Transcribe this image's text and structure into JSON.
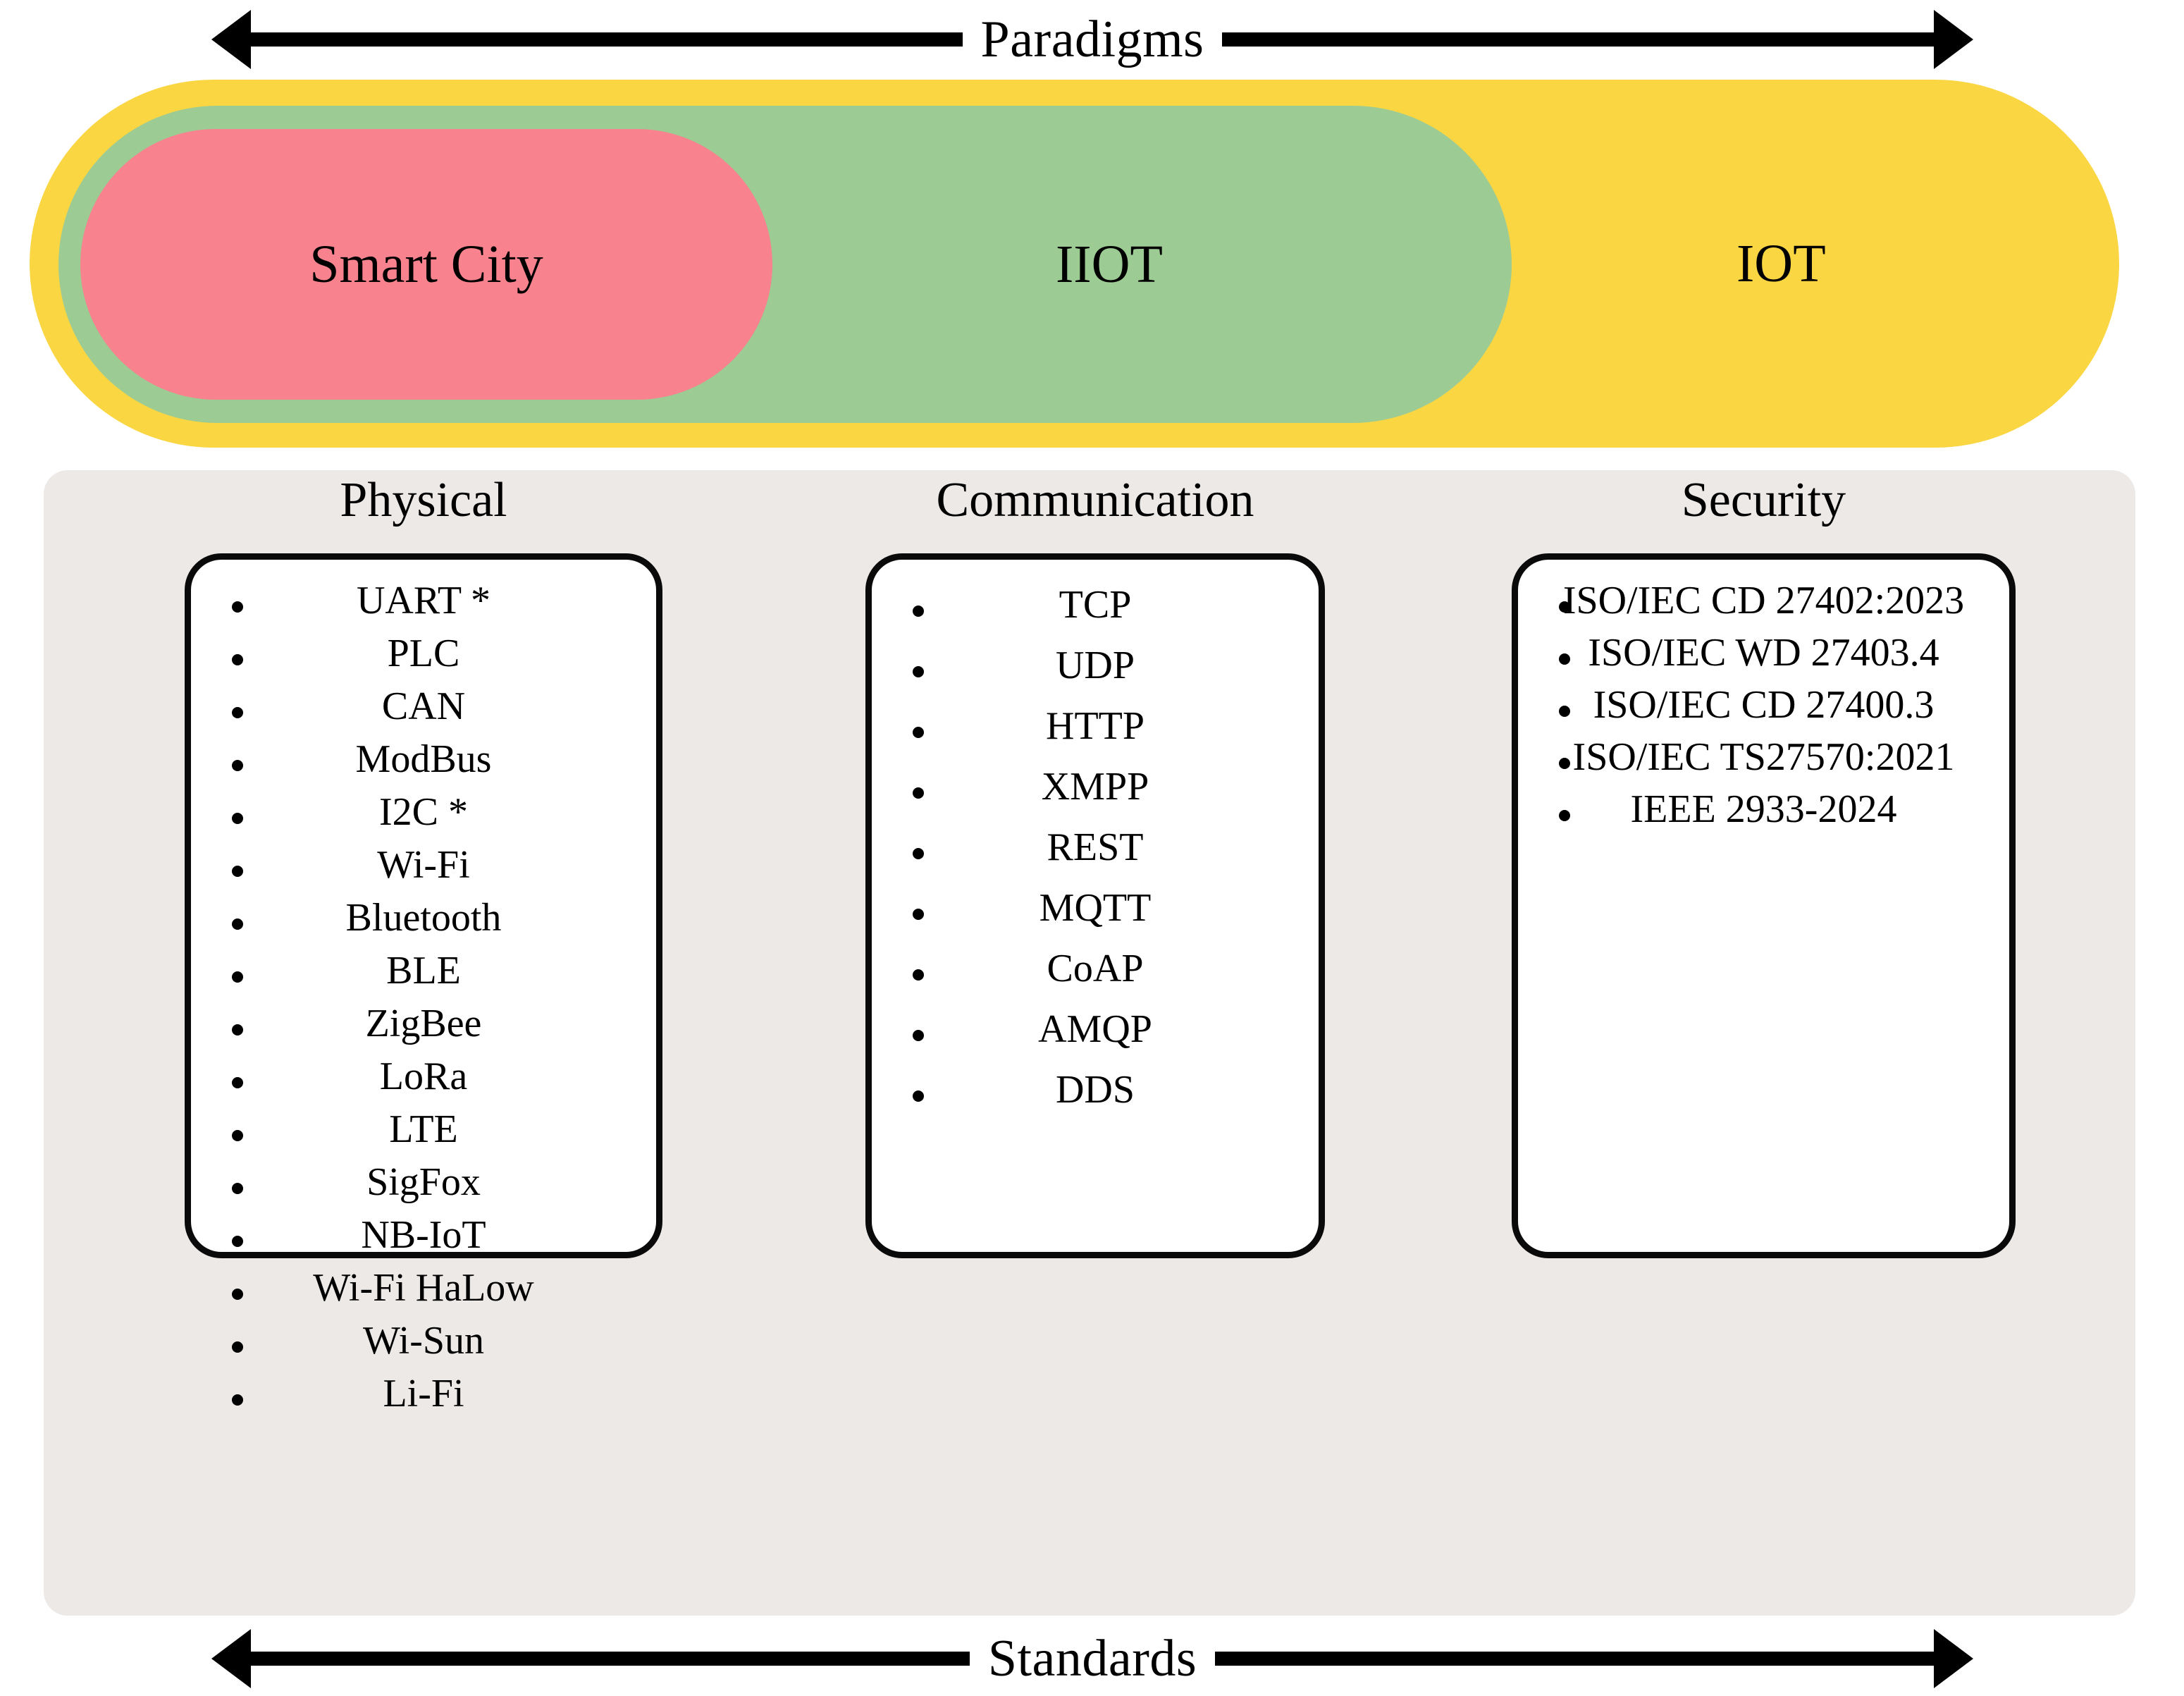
{
  "top_axis": {
    "label": "Paradigms",
    "left_arrow_icon": "arrow-left-icon",
    "right_arrow_icon": "arrow-right-icon"
  },
  "bottom_axis": {
    "label": "Standards",
    "left_arrow_icon": "arrow-left-icon",
    "right_arrow_icon": "arrow-right-icon"
  },
  "paradigms": {
    "outer": {
      "label": "IOT",
      "color": "#FAD643"
    },
    "middle": {
      "label": "IIOT",
      "color": "#9CCB94"
    },
    "inner": {
      "label": "Smart City",
      "color": "#F8828E"
    }
  },
  "panel": {
    "background": "#ECE9E7",
    "columns": [
      {
        "id": "physical",
        "header": "Physical",
        "items": [
          "UART *",
          "PLC",
          "CAN",
          "ModBus",
          "I2C *",
          "Wi-Fi",
          "Bluetooth",
          "BLE",
          "ZigBee",
          "LoRa",
          "LTE",
          "SigFox",
          "NB-IoT",
          "Wi-Fi HaLow",
          "Wi-Sun",
          "Li-Fi"
        ]
      },
      {
        "id": "communication",
        "header": "Communication",
        "items": [
          "TCP",
          "UDP",
          "HTTP",
          "XMPP",
          "REST",
          "MQTT",
          "CoAP",
          "AMQP",
          "DDS"
        ]
      },
      {
        "id": "security",
        "header": "Security",
        "items": [
          "ISO/IEC CD 27402:2023",
          "ISO/IEC WD 27403.4",
          "ISO/IEC CD 27400.3",
          "ISO/IEC TS27570:2021",
          "IEEE 2933-2024"
        ]
      }
    ]
  }
}
